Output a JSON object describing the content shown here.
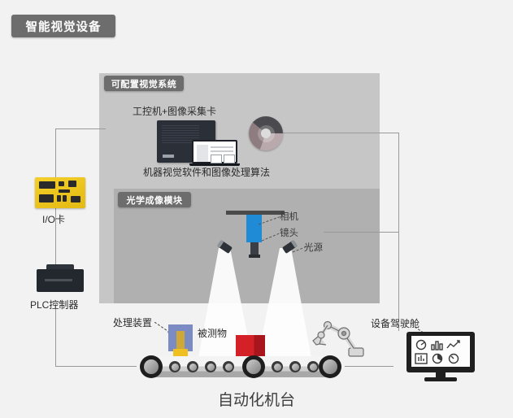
{
  "page": {
    "title": "智能视觉设备",
    "caption": "自动化机台",
    "background_color": "#f2f2f2",
    "badge_color": "#6d6d6d"
  },
  "panels": {
    "vision_system": {
      "label": "可配置视觉系统",
      "color": "#c6c6c6"
    },
    "optical_module": {
      "label": "光学成像模块",
      "color": "#b0b0b0"
    }
  },
  "vision_system": {
    "ipc_label": "工控机+图像采集卡",
    "software_label": "机器视觉软件和图像处理算法",
    "disc_name": "software-disc"
  },
  "optical_module": {
    "camera_label": "相机",
    "lens_label": "镜头",
    "light_label": "光源",
    "camera_color": "#1f8ad6",
    "lens_color": "#3b3f45"
  },
  "left_column": {
    "io_card_label": "I/O卡",
    "io_card_color": "#f0c81a",
    "plc_label": "PLC控制器",
    "plc_color": "#23272e"
  },
  "machine": {
    "processing_device_label": "处理装置",
    "object_label": "被测物",
    "object_color": "#d42027",
    "cockpit_label": "设备驾驶舱",
    "robot_name": "robot-arm",
    "conveyor_name": "roller-conveyor"
  },
  "dashboard_icons": [
    "gauge-icon",
    "bar-chart-icon",
    "line-chart-icon",
    "histogram-icon",
    "pie-chart-icon",
    "speedometer-icon"
  ]
}
